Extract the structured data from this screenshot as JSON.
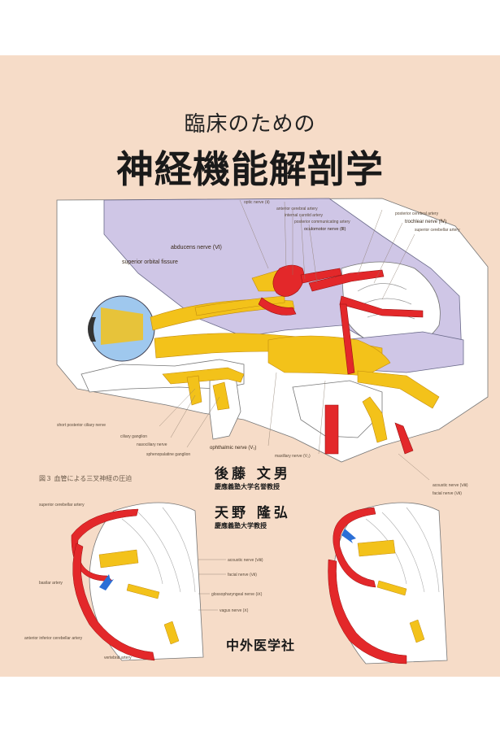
{
  "cover": {
    "subtitle": "臨床のための",
    "title": "神経機能解剖学",
    "figure_caption": "図３ 血管による三叉神経の圧迫",
    "authors": [
      {
        "name": "後藤 文男",
        "affiliation": "慶應義塾大学名誉教授"
      },
      {
        "name": "天野 隆弘",
        "affiliation": "慶應義塾大学教授"
      }
    ],
    "publisher": "中外医学社"
  },
  "labels": {
    "optic_nerve": "optic nerve (Ⅱ)",
    "anterior_cerebral_artery": "anterior cerebral artery",
    "internal_carotid_artery": "internal carotid artery",
    "posterior_communicating_artery": "posterior communicating artery",
    "oculomotor_nerve": "oculomotor nerve (Ⅲ)",
    "posterior_cerebral_artery": "posterior cerebral artery",
    "trochlear_nerve": "trochlear nerve (Ⅳ)",
    "superior_cerebellar_artery": "superior cerebellar artery",
    "abducens_nerve": "abducens nerve (Ⅵ)",
    "superior_orbital_fissure": "superior orbital fissure",
    "short_posterior_ciliary_nerve": "short posterior ciliary nerve",
    "ciliary_ganglion": "ciliary ganglion",
    "nasociliary_nerve": "nasociliary nerve",
    "sphenopalatine_ganglion": "sphenopalatine ganglion",
    "ophthalmic_nerve": "ophthalmic nerve (V₁)",
    "maxillary_nerve": "maxillary nerve (V₂)",
    "acoustic_nerve_top": "acoustic nerve (Ⅷ)",
    "facial_nerve_top": "facial nerve (Ⅶ)",
    "superior_cerebellar_artery_b": "superior cerebellar artery",
    "basilar_artery": "basilar artery",
    "anterior_inferior_cerebellar_artery": "anterior inferior cerebellar artery",
    "vertebral_artery": "vertebral artery",
    "acoustic_nerve": "acoustic nerve (Ⅷ)",
    "facial_nerve": "facial nerve (Ⅶ)",
    "glossopharyngeal_nerve": "glossopharyngeal nerve (Ⅸ)",
    "vagus_nerve": "vagus nerve (Ⅹ)"
  },
  "colors": {
    "background": "#f6dcc8",
    "nerve": "#f3c21a",
    "artery": "#e3282a",
    "brain": "#cfc6e6",
    "eye": "#9fc8ee"
  }
}
